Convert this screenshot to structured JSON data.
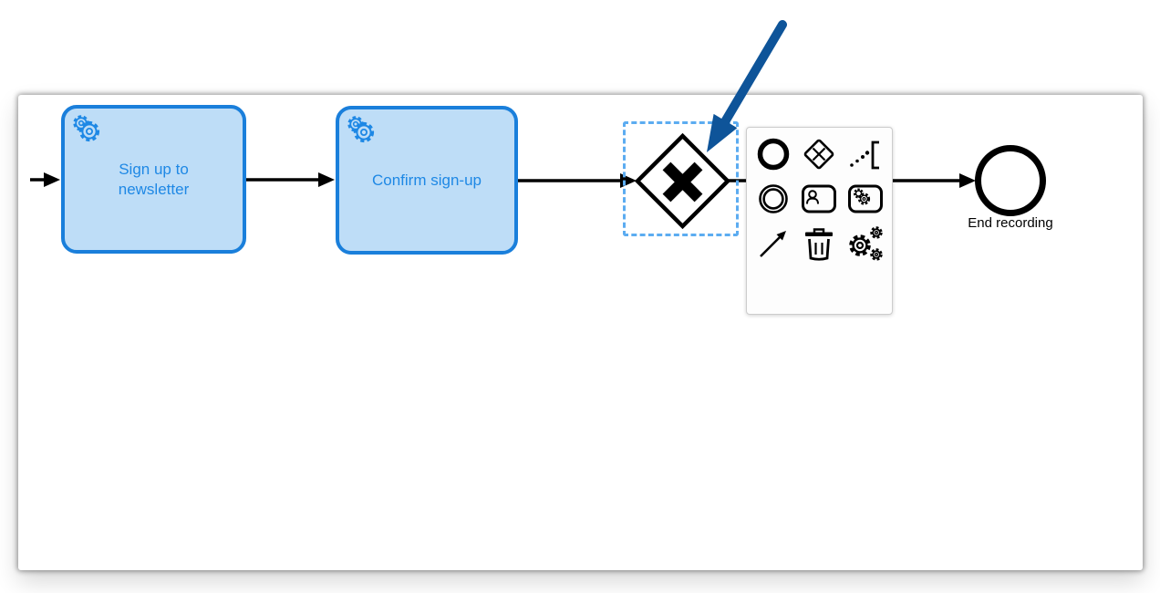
{
  "diagram": {
    "tasks": [
      {
        "label": "Sign up to newsletter",
        "type": "service-task",
        "icon": "service-task-gears-icon"
      },
      {
        "label": "Confirm sign-up",
        "type": "service-task",
        "icon": "service-task-gears-icon"
      }
    ],
    "gateway": {
      "type": "exclusive-gateway",
      "marker": "X",
      "selected": true
    },
    "end_event": {
      "label": "End recording"
    },
    "sequence_flows": 4
  },
  "context_pad": {
    "items": [
      {
        "icon": "end-event-icon"
      },
      {
        "icon": "gateway-icon"
      },
      {
        "icon": "text-annotation-icon"
      },
      {
        "icon": "intermediate-event-icon"
      },
      {
        "icon": "user-task-icon"
      },
      {
        "icon": "service-task-icon"
      },
      {
        "icon": "connect-arrow-icon"
      },
      {
        "icon": "trash-icon"
      },
      {
        "icon": "gears-settings-icon"
      }
    ]
  },
  "annotation": {
    "kind": "pointer-arrow"
  },
  "colors": {
    "task_fill": "#BEDDF7",
    "task_stroke": "#1A7FDB",
    "task_text": "#1E88E5",
    "selection": "#5CACF1",
    "annotation_arrow": "#0E5499",
    "shape_stroke": "#000000",
    "pad_bg": "#FDFDFD",
    "pad_border": "#CCCCCC"
  }
}
